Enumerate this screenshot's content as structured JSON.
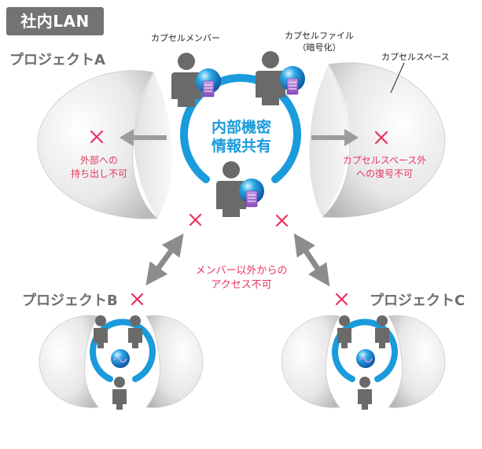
{
  "network_label": "社内LAN",
  "projects": {
    "a": "プロジェクトA",
    "b": "プロジェクトB",
    "c": "プロジェクトC"
  },
  "labels": {
    "member": "カプセルメンバー",
    "file_line1": "カプセルファイル",
    "file_line2": "（暗号化）",
    "space": "カプセルスペース"
  },
  "core": {
    "line1": "内部機密",
    "line2": "情報共有"
  },
  "restrictions": {
    "left_line1": "外部への",
    "left_line2": "持ち出し不可",
    "right_line1": "カプセルスペース外",
    "right_line2": "への復号不可",
    "center_line1": "メンバー以外からの",
    "center_line2": "アクセス不可"
  },
  "colors": {
    "accent_blue": "#1a9bdc",
    "restriction_red": "#e8335e",
    "person_gray": "#6a6a6a",
    "badge_gray": "#737373",
    "arrow_gray": "#9c9c9c",
    "file_purple": "#a066c8"
  }
}
